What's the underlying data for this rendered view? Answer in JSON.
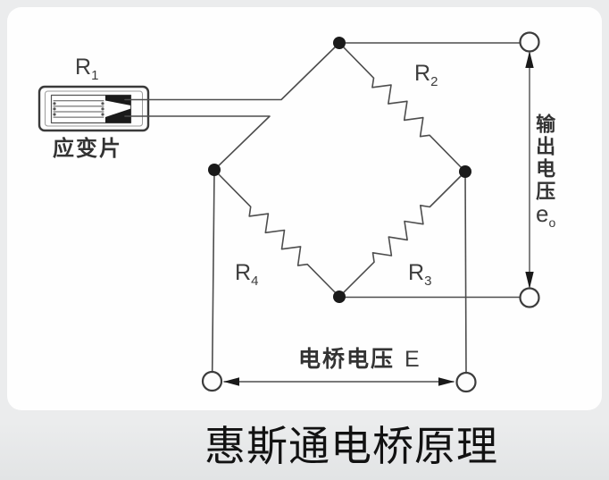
{
  "page": {
    "background": "#ebeced",
    "card_background": "#fefefe",
    "line_color": "#4d4d4d",
    "text_color": "#3a3a3a"
  },
  "title": "惠斯通电桥原理",
  "strain_gauge": {
    "label": "应变片",
    "ref": {
      "main": "R",
      "sub": "1"
    }
  },
  "resistors": {
    "r2": {
      "main": "R",
      "sub": "2"
    },
    "r3": {
      "main": "R",
      "sub": "3"
    },
    "r4": {
      "main": "R",
      "sub": "4"
    }
  },
  "output_voltage": {
    "label": "输出电压",
    "symbol": "e",
    "symbol_sub": "o"
  },
  "bridge_voltage": {
    "label": "电桥电压",
    "symbol": "E"
  }
}
